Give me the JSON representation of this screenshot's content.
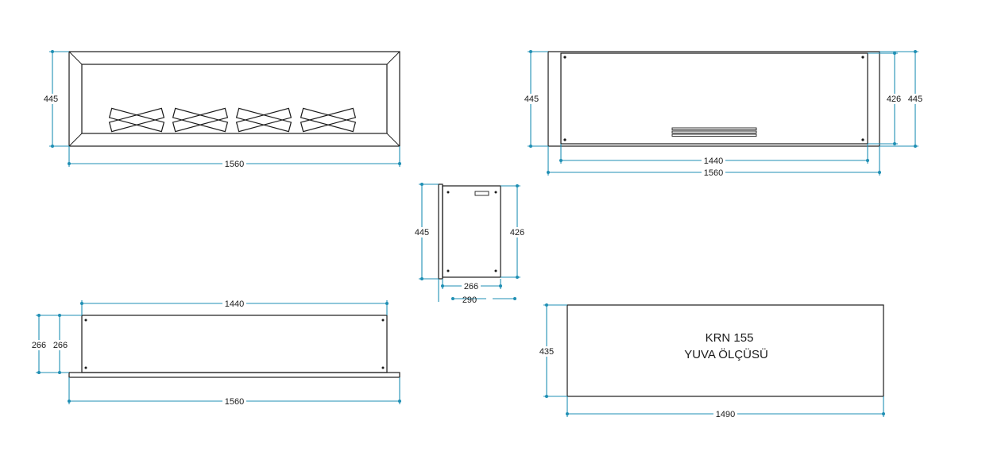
{
  "front_view": {
    "height_label": "445",
    "width_label": "1560"
  },
  "rear_view": {
    "height_left_label": "445",
    "inner_height_label": "426",
    "height_right_label": "445",
    "inner_width_label": "1440",
    "width_label": "1560"
  },
  "side_view": {
    "height_label": "445",
    "inner_height_label": "426",
    "inner_depth_label": "266",
    "depth_label": "290"
  },
  "top_view": {
    "inner_width_label": "1440",
    "depth_outer_label": "266",
    "depth_inner_label": "266",
    "width_label": "1560"
  },
  "niche_view": {
    "title_line1": "KRN 155",
    "title_line2": "YUVA ÖLÇÜSÜ",
    "height_label": "435",
    "width_label": "1490"
  },
  "colors": {
    "dimension": "#1f8fb4",
    "outline": "#1a1a1a"
  }
}
